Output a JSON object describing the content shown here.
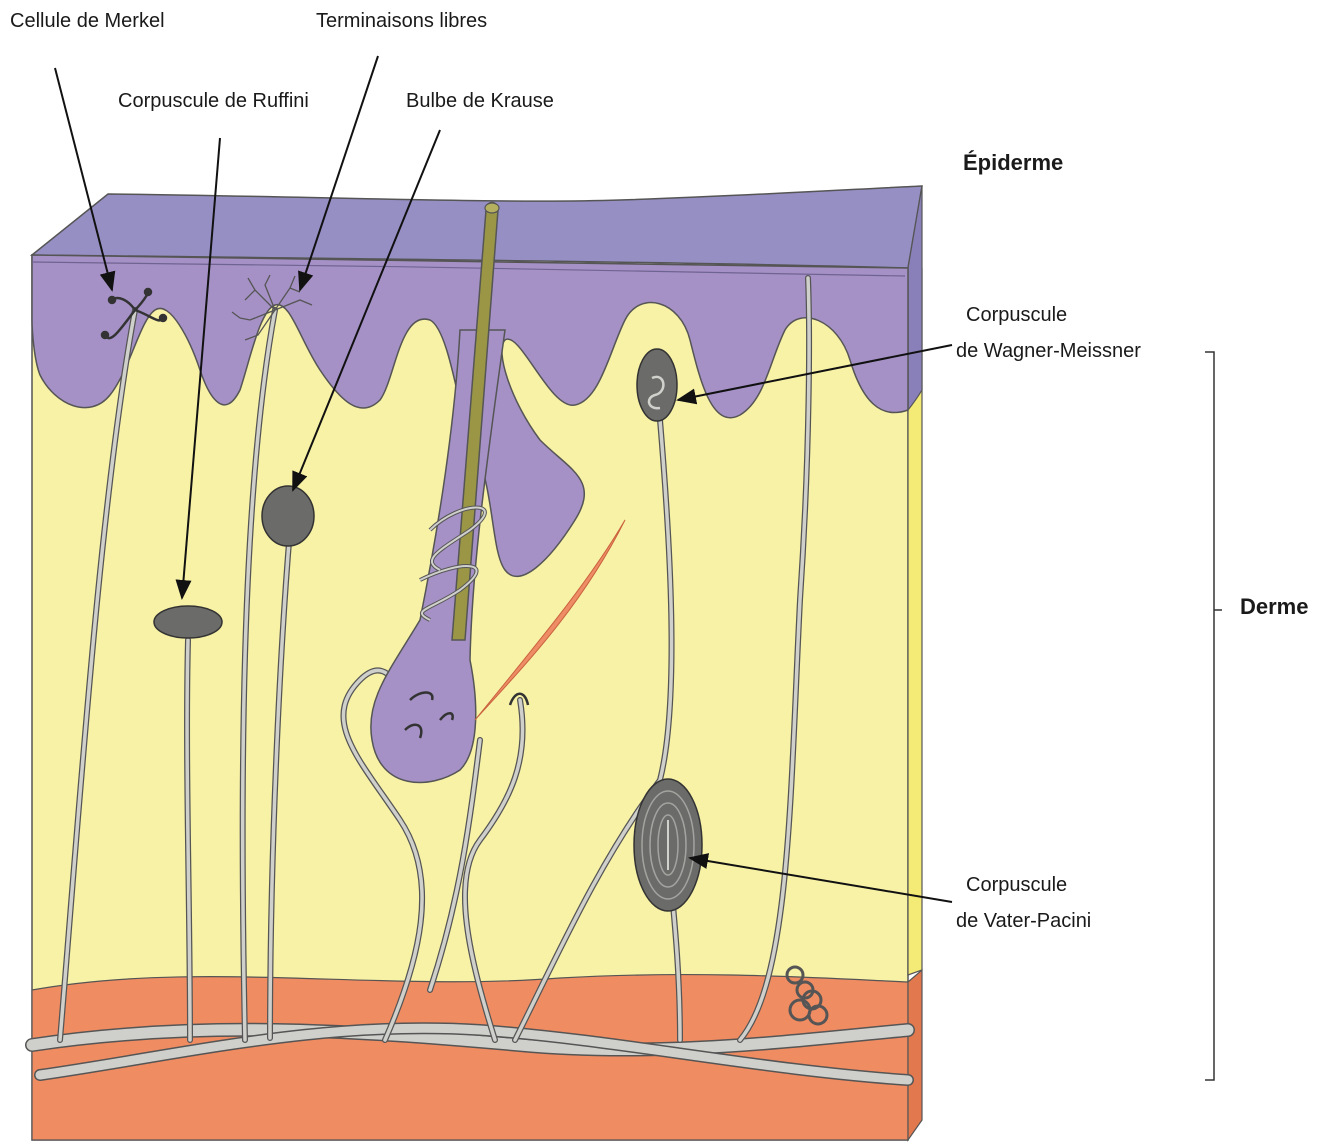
{
  "labels": {
    "merkel": "Cellule de Merkel",
    "free_endings": "Terminaisons libres",
    "ruffini": "Corpuscule de Ruffini",
    "krause": "Bulbe de Krause",
    "epidermis": "Épiderme",
    "meissner_line1": "Corpuscule",
    "meissner_line2": "de Wagner-Meissner",
    "dermis": "Derme",
    "pacini_line1": "Corpuscule",
    "pacini_line2": "de Vater-Pacini"
  },
  "colors": {
    "epidermis": "#a591c6",
    "epidermis_top": "#968fc4",
    "dermis": "#f8f2a6",
    "dermis_side": "#f4ea76",
    "hypodermis": "#f08c62",
    "nerve": "#cfcfcb",
    "corpuscle": "#6b6b69",
    "hair": "#9a9646",
    "muscle": "#ee8c66"
  }
}
